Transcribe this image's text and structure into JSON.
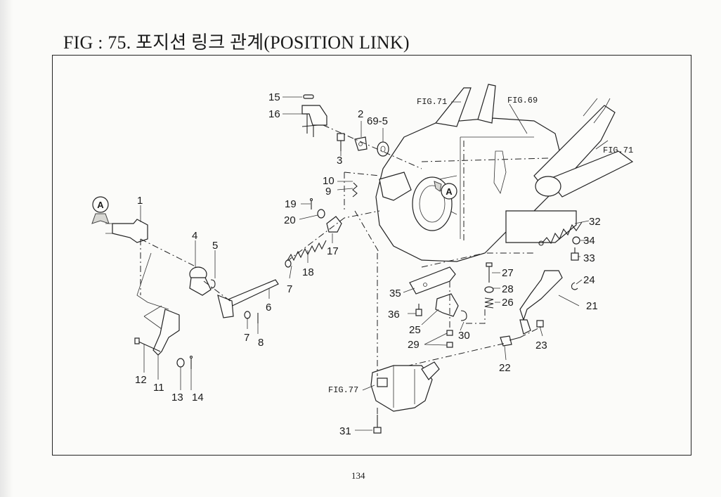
{
  "page": {
    "title": "FIG : 75. 포지션 링크 관계(POSITION LINK)",
    "page_number": "134"
  },
  "callouts": [
    {
      "id": "c15",
      "label": "15"
    },
    {
      "id": "c16",
      "label": "16"
    },
    {
      "id": "c2",
      "label": "2"
    },
    {
      "id": "c69_5",
      "label": "69-5"
    },
    {
      "id": "c3",
      "label": "3"
    },
    {
      "id": "c10",
      "label": "10"
    },
    {
      "id": "c9",
      "label": "9"
    },
    {
      "id": "c19",
      "label": "19"
    },
    {
      "id": "c20",
      "label": "20"
    },
    {
      "id": "c17",
      "label": "17"
    },
    {
      "id": "c18",
      "label": "18"
    },
    {
      "id": "c1",
      "label": "1"
    },
    {
      "id": "c4",
      "label": "4"
    },
    {
      "id": "c5",
      "label": "5"
    },
    {
      "id": "c7a",
      "label": "7"
    },
    {
      "id": "c6",
      "label": "6"
    },
    {
      "id": "c7b",
      "label": "7"
    },
    {
      "id": "c8",
      "label": "8"
    },
    {
      "id": "c12",
      "label": "12"
    },
    {
      "id": "c11",
      "label": "11"
    },
    {
      "id": "c13",
      "label": "13"
    },
    {
      "id": "c14",
      "label": "14"
    },
    {
      "id": "c32",
      "label": "32"
    },
    {
      "id": "c34",
      "label": "34"
    },
    {
      "id": "c33",
      "label": "33"
    },
    {
      "id": "c27",
      "label": "27"
    },
    {
      "id": "c24",
      "label": "24"
    },
    {
      "id": "c28",
      "label": "28"
    },
    {
      "id": "c35",
      "label": "35"
    },
    {
      "id": "c26",
      "label": "26"
    },
    {
      "id": "c21",
      "label": "21"
    },
    {
      "id": "c36",
      "label": "36"
    },
    {
      "id": "c25",
      "label": "25"
    },
    {
      "id": "c30",
      "label": "30"
    },
    {
      "id": "c29",
      "label": "29"
    },
    {
      "id": "c23",
      "label": "23"
    },
    {
      "id": "c22",
      "label": "22"
    },
    {
      "id": "c31",
      "label": "31"
    }
  ],
  "figure_refs": [
    {
      "id": "fig71a",
      "label": "FIG.71"
    },
    {
      "id": "fig69",
      "label": "FIG.69"
    },
    {
      "id": "fig71b",
      "label": "FIG.71"
    },
    {
      "id": "fig77",
      "label": "FIG.77"
    }
  ],
  "markers": [
    {
      "id": "markerA1",
      "label": "A"
    },
    {
      "id": "markerA2",
      "label": "A"
    }
  ]
}
